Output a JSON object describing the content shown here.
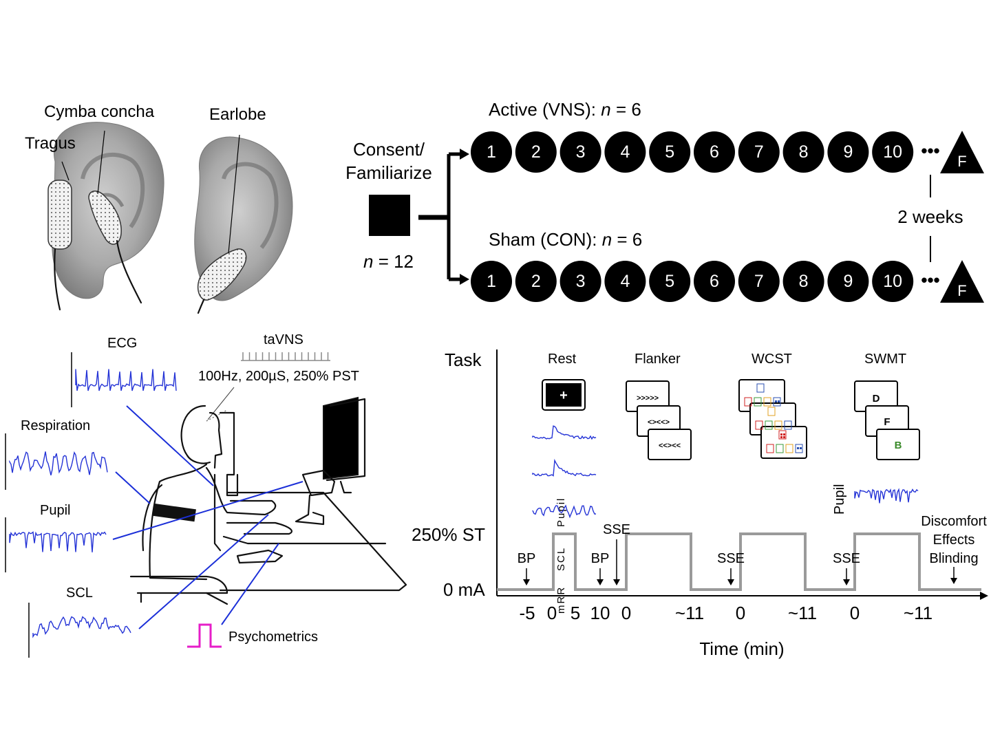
{
  "panel_a": {
    "labels": {
      "tragus": "Tragus",
      "cymba_concha": "Cymba concha",
      "earlobe": "Earlobe"
    }
  },
  "panel_b": {
    "consent": "Consent/",
    "familiarize": "Familiarize",
    "n_total": "n",
    "n_total_value": " = 12",
    "active_label": "Active (VNS): ",
    "active_n": "n",
    "active_n_value": " = 6",
    "sham_label": "Sham (CON): ",
    "sham_n": "n",
    "sham_n_value": " = 6",
    "sessions": [
      "1",
      "2",
      "3",
      "4",
      "5",
      "6",
      "7",
      "8",
      "9",
      "10"
    ],
    "ellipsis": "•••",
    "final_label": "F",
    "interval": "2 weeks"
  },
  "panel_c": {
    "ecg": "ECG",
    "respiration": "Respiration",
    "pupil": "Pupil",
    "scl": "SCL",
    "tavns": "taVNS",
    "params": "100Hz, 200µS, 250% PST",
    "psychometrics": "Psychometrics",
    "colors": {
      "trace": "#2433d6",
      "pulse": "#e61ec8"
    }
  },
  "panel_d": {
    "task_axis": "Task",
    "tasks": [
      "Rest",
      "Flanker",
      "WCST",
      "SWMT"
    ],
    "rest_symbol": "+",
    "flanker_stimuli": [
      ">>>>>",
      "<><<>",
      "<<><<"
    ],
    "swmt_letters": [
      "D",
      "F",
      "B"
    ],
    "physio_labels": [
      "Pupil",
      "SCL",
      "mRR"
    ],
    "swmt_physio": "Pupil",
    "stim_high": "250% ST",
    "stim_low": "0 mA",
    "events": [
      "BP",
      "BP",
      "SSE",
      "SSE",
      "SSE"
    ],
    "final_events": [
      "Discomfort",
      "Effects",
      "Blinding"
    ],
    "x_ticks": [
      "-5",
      "0",
      "5",
      "10",
      "0",
      "~11",
      "0",
      "~11",
      "0",
      "~11"
    ],
    "x_label": "Time (min)",
    "colors": {
      "stim_line": "#9a9a9a",
      "swmt_green": "#3a8a2a"
    }
  }
}
